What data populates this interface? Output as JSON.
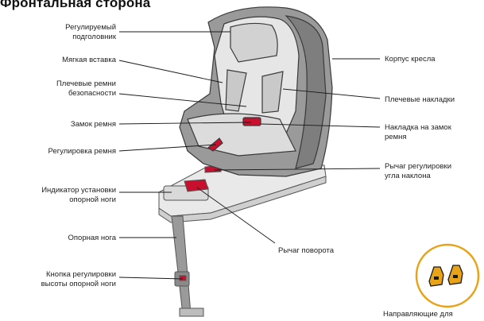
{
  "title": "Фронтальная сторона",
  "labels": {
    "headrest": "Регулируемый\nподголовник",
    "insert": "Мягкая вставка",
    "shoulder_belts": "Плечевые ремни\nбезопасности",
    "buckle": "Замок ремня",
    "belt_adjust": "Регулировка ремня",
    "leg_indicator": "Индикатор установки\nопорной ноги",
    "support_leg": "Опорная нога",
    "leg_button": "Кнопка регулировки\nвысоты опорной ноги",
    "shell": "Корпус кресла",
    "shoulder_pads": "Плечевые накладки",
    "buckle_pad": "Накладка на замок\nремня",
    "recline_lever": "Рычаг регулировки\nугла наклона",
    "rotate_lever": "Рычаг поворота",
    "guides": "Направляющие для"
  },
  "colors": {
    "accent": "#c8102e",
    "badge": "#e8a317",
    "shell": "#8e8e8e",
    "line": "#1a1a1a"
  },
  "icons": {
    "guides_badge": "isofix-guides-icon"
  }
}
